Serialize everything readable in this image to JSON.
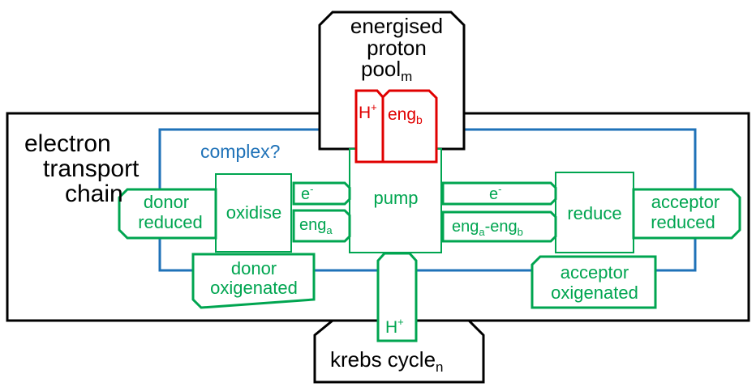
{
  "colors": {
    "black": "#000000",
    "green": "#00a550",
    "blue": "#1f72b8",
    "red": "#e00000",
    "background": "#ffffff"
  },
  "diagram": {
    "etc_title": [
      "electron",
      "transport",
      "chain"
    ],
    "complex_label": "complex?",
    "proton_pool": {
      "line1": "energised",
      "line2": "proton",
      "line3": "pool",
      "subscript": "m"
    },
    "krebs": {
      "text": "krebs cycle",
      "subscript": "n"
    },
    "proton_in": {
      "base": "H",
      "sup": "+"
    },
    "eng_b": {
      "base": "eng",
      "sub": "b"
    },
    "donor_reduced": [
      "donor",
      "reduced"
    ],
    "oxidise": "oxidise",
    "electron_left": {
      "base": "e",
      "sup": "-"
    },
    "eng_a": {
      "base": "eng",
      "sub": "a"
    },
    "pump": "pump",
    "electron_right": {
      "base": "e",
      "sup": "-"
    },
    "eng_diff": {
      "base1": "eng",
      "sub1": "a",
      "mid": "-eng",
      "sub2": "b"
    },
    "reduce": "reduce",
    "acceptor_reduced": [
      "acceptor",
      "reduced"
    ],
    "donor_oxigenated": [
      "donor",
      "oxigenated"
    ],
    "acceptor_oxigenated": [
      "acceptor",
      "oxigenated"
    ],
    "proton_out": {
      "base": "H",
      "sup": "+"
    }
  }
}
